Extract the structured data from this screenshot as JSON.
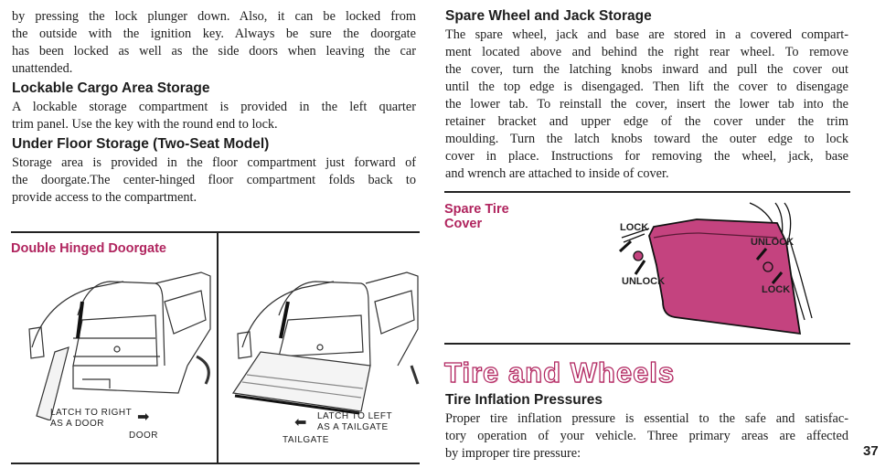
{
  "left": {
    "intro_lines": [
      "by pressing the lock plunger down. Also, it can be locked from",
      "the outside with the ignition key. Always be sure the doorgate",
      "has been locked as well as the side doors when leaving the car",
      "unattended."
    ],
    "cargo_heading": "Lockable Cargo Area Storage",
    "cargo_lines": [
      "A lockable storage compartment is provided in the left quarter",
      "trim panel. Use the key with the round end to lock."
    ],
    "underfloor_heading": "Under Floor Storage (Two-Seat Model)",
    "underfloor_lines": [
      "Storage area is provided in the floor compartment just forward of",
      "the doorgate.The center-hinged floor compartment folds back to",
      "provide access to the compartment."
    ],
    "figure": {
      "title": "Double Hinged Doorgate",
      "door_caption_1": "LATCH TO RIGHT",
      "door_caption_2": "AS A DOOR",
      "door_label": "DOOR",
      "tailgate_caption_1": "LATCH TO LEFT",
      "tailgate_caption_2": "AS A TAILGATE",
      "tailgate_label": "TAILGATE"
    }
  },
  "right": {
    "spare_heading": "Spare Wheel and Jack Storage",
    "spare_lines": [
      "The spare wheel, jack and base are stored in a covered compart-",
      "ment located above and behind the right rear wheel. To remove",
      "the cover, turn the latching knobs inward and pull the cover out",
      "until the top edge is disengaged. Then lift the cover to disengage",
      "the lower tab. To reinstall the cover, insert the lower tab into the",
      "retainer bracket and upper edge of the cover under the trim",
      "moulding. Turn the latch knobs toward the outer edge to lock",
      "cover in place. Instructions for removing the wheel, jack, base",
      "and wrench are attached to inside of cover."
    ],
    "figure": {
      "title_1": "Spare Tire",
      "title_2": "Cover",
      "lock_left": "LOCK",
      "unlock_left": "UNLOCK",
      "unlock_right": "UNLOCK",
      "lock_right": "LOCK"
    },
    "section_title": "Tire and Wheels",
    "inflation_heading": "Tire Inflation Pressures",
    "inflation_lines": [
      "Proper tire inflation pressure is essential to the safe and satisfac-",
      "tory operation of your vehicle. Three primary areas are affected",
      "by improper tire pressure:"
    ]
  },
  "page_number": "37",
  "colors": {
    "accent": "#b0245e",
    "cover_fill": "#c4437f"
  }
}
